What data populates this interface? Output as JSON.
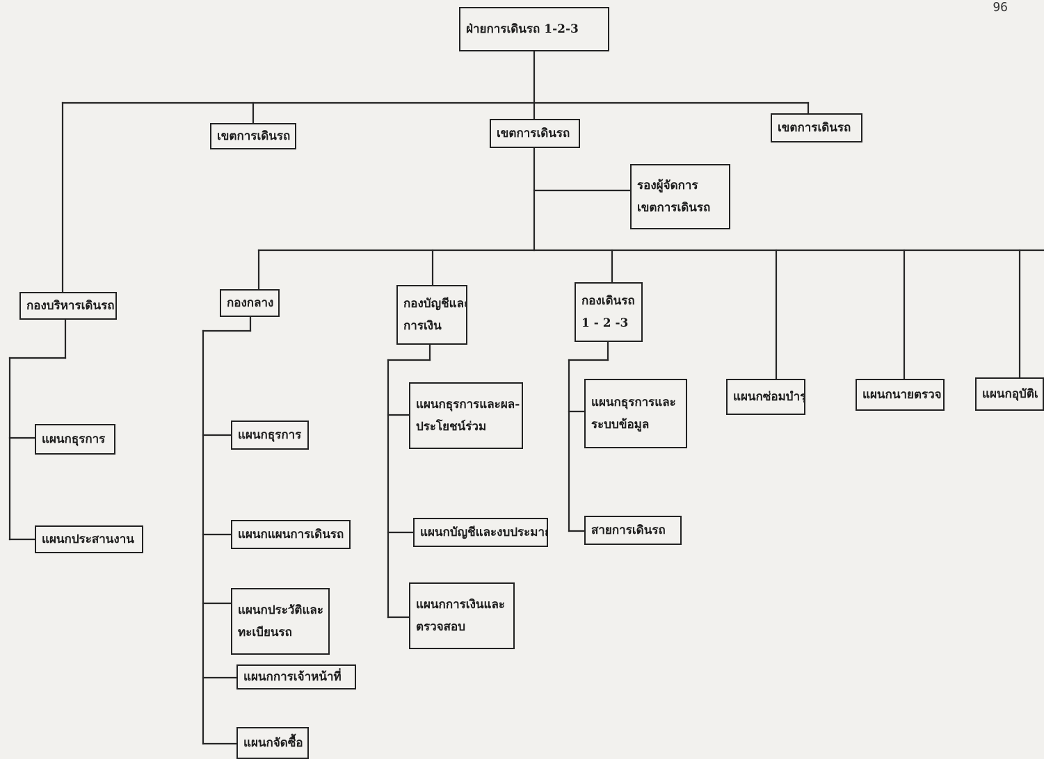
{
  "page_number": "96",
  "nodes": [
    {
      "id": "dept-1-2-3",
      "lines": [
        "ฝ่ายการเดินรถ 1-2-3"
      ]
    },
    {
      "id": "zone-1",
      "lines": [
        "เขตการเดินรถ"
      ]
    },
    {
      "id": "zone-2",
      "lines": [
        "เขตการเดินรถ"
      ]
    },
    {
      "id": "zone-3",
      "lines": [
        "เขตการเดินรถ"
      ]
    },
    {
      "id": "deputy-manager",
      "lines": [
        "รองผู้จัดการ",
        "เขตการเดินรถ"
      ]
    },
    {
      "id": "ops-admin-division",
      "lines": [
        "กองบริหารเดินรถ"
      ]
    },
    {
      "id": "central-division",
      "lines": [
        "กองกลาง"
      ]
    },
    {
      "id": "accounting-finance-division",
      "lines": [
        "กองบัญชีและ",
        "การเงิน"
      ]
    },
    {
      "id": "operations-division-1-2-3",
      "lines": [
        "กองเดินรถ",
        "1 - 2 -3"
      ]
    },
    {
      "id": "maintenance-section",
      "lines": [
        "แผนกซ่อมบำรุง"
      ]
    },
    {
      "id": "inspection-section",
      "lines": [
        "แผนกนายตรวจ"
      ]
    },
    {
      "id": "accident-section",
      "lines": [
        "แผนกอุบัติเ"
      ]
    },
    {
      "id": "admin-general-section-1",
      "lines": [
        "แผนกธุรการ"
      ]
    },
    {
      "id": "coordination-section",
      "lines": [
        "แผนกประสานงาน"
      ]
    },
    {
      "id": "admin-general-section-2",
      "lines": [
        "แผนกธุรการ"
      ]
    },
    {
      "id": "operations-planning-section",
      "lines": [
        "แผนกแผนการเดินรถ"
      ]
    },
    {
      "id": "history-registration-section",
      "lines": [
        "แผนกประวัติและ",
        "ทะเบียนรถ"
      ]
    },
    {
      "id": "personnel-section",
      "lines": [
        "แผนกการเจ้าหน้าที่"
      ]
    },
    {
      "id": "purchasing-section",
      "lines": [
        "แผนกจัดซื้อ"
      ]
    },
    {
      "id": "admin-welfare-section",
      "lines": [
        "แผนกธุรการและผล-",
        "ประโยชน์ร่วม"
      ]
    },
    {
      "id": "accounts-budget-section",
      "lines": [
        "แผนกบัญชีและงบประมาณ"
      ]
    },
    {
      "id": "finance-audit-section",
      "lines": [
        "แผนกการเงินและ",
        "ตรวจสอบ"
      ]
    },
    {
      "id": "admin-data-section",
      "lines": [
        "แผนกธุรการและ",
        "ระบบข้อมูล"
      ]
    },
    {
      "id": "bus-routes",
      "lines": [
        "สายการเดินรถ"
      ]
    }
  ]
}
